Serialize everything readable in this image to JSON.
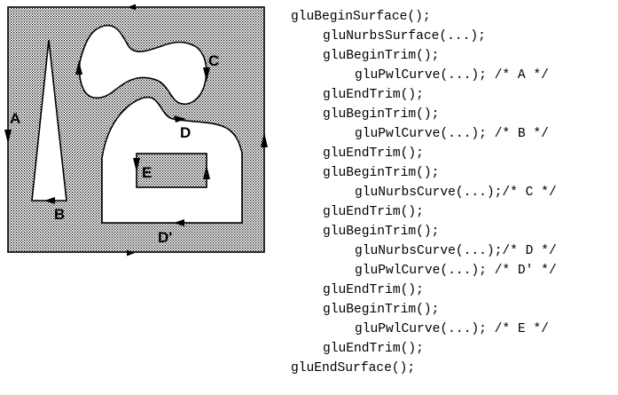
{
  "diagram": {
    "labels": {
      "a": "A",
      "b": "B",
      "c": "C",
      "d": "D",
      "d_prime": "D'",
      "e": "E"
    }
  },
  "code": {
    "lines": [
      {
        "indent": 0,
        "text": "gluBeginSurface();"
      },
      {
        "indent": 1,
        "text": "gluNurbsSurface(...);"
      },
      {
        "indent": 1,
        "text": "gluBeginTrim();"
      },
      {
        "indent": 2,
        "text": "gluPwlCurve(...); /* A */"
      },
      {
        "indent": 1,
        "text": "gluEndTrim();"
      },
      {
        "indent": 1,
        "text": "gluBeginTrim();"
      },
      {
        "indent": 2,
        "text": "gluPwlCurve(...); /* B */"
      },
      {
        "indent": 1,
        "text": "gluEndTrim();"
      },
      {
        "indent": 1,
        "text": "gluBeginTrim();"
      },
      {
        "indent": 2,
        "text": "gluNurbsCurve(...);/* C */"
      },
      {
        "indent": 1,
        "text": "gluEndTrim();"
      },
      {
        "indent": 1,
        "text": "gluBeginTrim();"
      },
      {
        "indent": 2,
        "text": "gluNurbsCurve(...);/* D */"
      },
      {
        "indent": 2,
        "text": "gluPwlCurve(...); /* D' */"
      },
      {
        "indent": 1,
        "text": "gluEndTrim();"
      },
      {
        "indent": 1,
        "text": "gluBeginTrim();"
      },
      {
        "indent": 2,
        "text": "gluPwlCurve(...); /* E */"
      },
      {
        "indent": 1,
        "text": "gluEndTrim();"
      },
      {
        "indent": 0,
        "text": "gluEndSurface();"
      }
    ]
  }
}
